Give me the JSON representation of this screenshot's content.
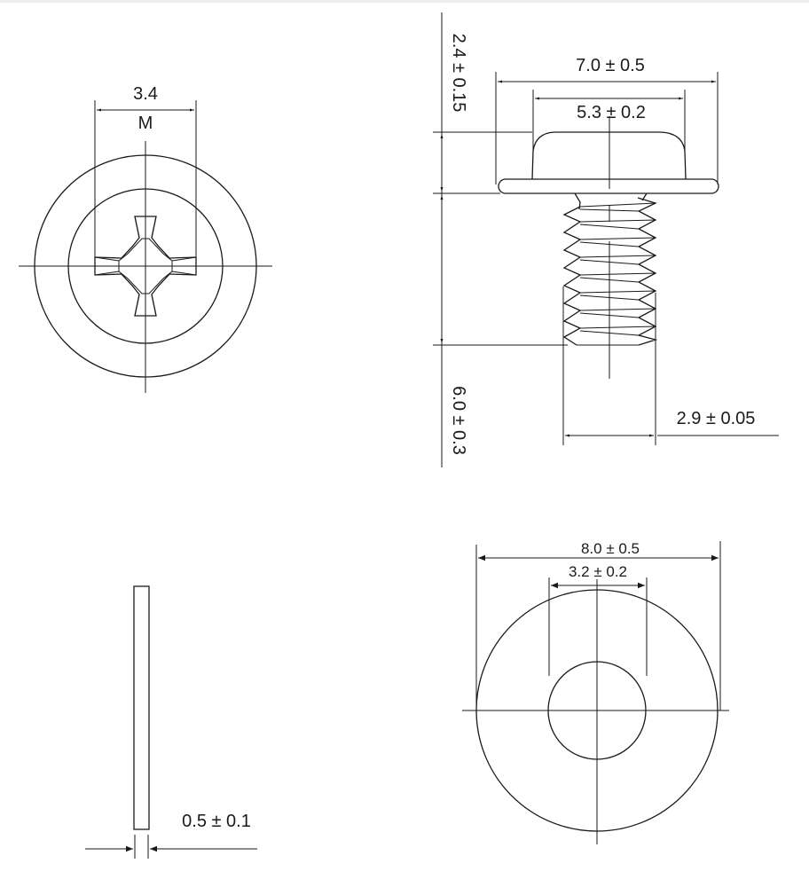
{
  "drawing": {
    "subject": "Pan head Phillips screw with flat washer (SEMS)",
    "line_color": "#1a1a1a",
    "background": "#ffffff"
  },
  "top_view": {
    "dimension_label": "3.4",
    "thread_label": "M"
  },
  "side_view": {
    "head_height_label": "2.4 ± 0.15",
    "flange_diameter_label": "7.0 ± 0.5",
    "head_diameter_label": "5.3 ± 0.2",
    "length_label": "6.0 ± 0.3",
    "thread_diameter_label": "2.9 ± 0.05"
  },
  "washer_edge_view": {
    "thickness_label": "0.5 ± 0.1"
  },
  "washer_front_view": {
    "outer_diameter_label": "8.0 ± 0.5",
    "inner_diameter_label": "3.2 ± 0.2"
  }
}
